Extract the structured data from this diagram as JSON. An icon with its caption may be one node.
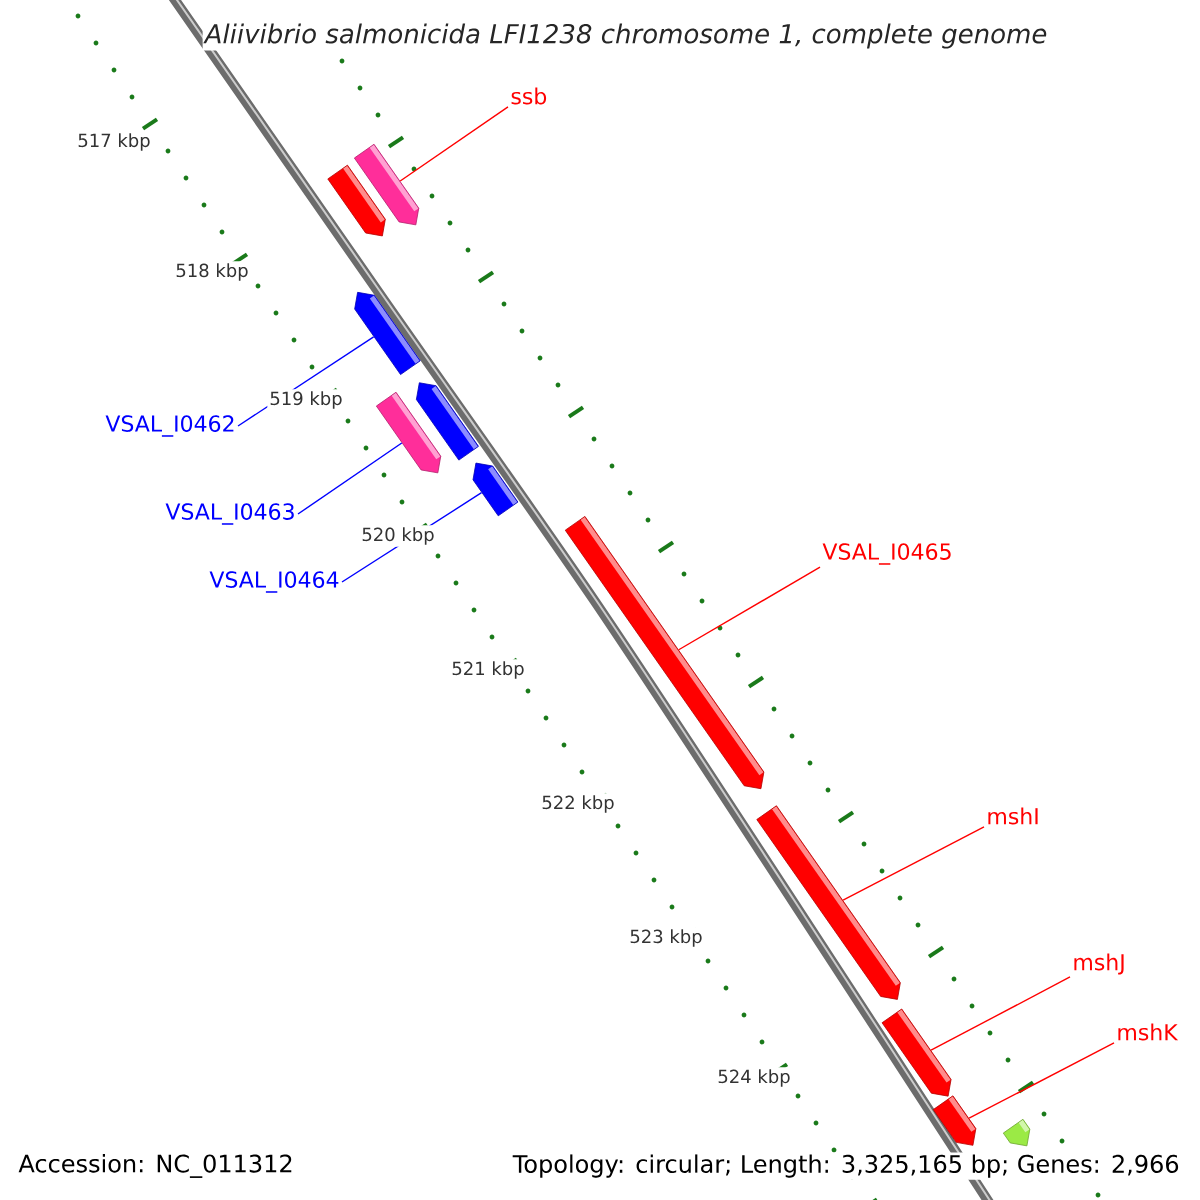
{
  "diagram": {
    "title": "Aliivibrio salmonicida LFI1238 chromosome 1, complete genome",
    "nodes": [
      {
        "text": [
          "ssb"
        ]
      },
      {
        "text": [],
        "shape": "bar"
      },
      {
        "text": [],
        "shape": "bar"
      },
      {
        "text": [],
        "shape": "bar"
      },
      {
        "text": [
          "VSAL_I0462"
        ]
      },
      {
        "text": [],
        "shape": "bar"
      },
      {
        "text": [],
        "shape": "bar"
      },
      {
        "text": [
          "VSAL_I0463"
        ]
      },
      {
        "text": [],
        "shape": "bar"
      },
      {
        "text": [
          "VSAL_I0464"
        ]
      },
      {
        "text": [],
        "shape": "bar"
      },
      {
        "text": [
          "VSAL_I0465"
        ]
      },
      {
        "text": [],
        "shape": "bar"
      },
      {
        "text": [
          "mshI"
        ]
      },
      {
        "text": [],
        "shape": "bar"
      },
      {
        "text": [
          "mshJ"
        ]
      },
      {
        "text": [],
        "shape": "bar"
      },
      {
        "text": [
          "mshK"
        ]
      },
      {
        "text": [],
        "shape": "bar"
      }
    ],
    "edges": [
      {
        "from": 0,
        "to": 1,
        "arrow": "none"
      },
      {
        "from": 4,
        "to": 3,
        "arrow": "none",
        "color": "#0000ff"
      },
      {
        "from": 7,
        "to": 6,
        "arrow": "none",
        "color": "#0000ff"
      },
      {
        "from": 9,
        "to": 8,
        "arrow": "none",
        "color": "#0000ff"
      },
      {
        "from": 11,
        "to": 10,
        "arrow": "none"
      },
      {
        "from": 13,
        "to": 12,
        "arrow": "none"
      },
      {
        "from": 15,
        "to": 14,
        "arrow": "none"
      },
      {
        "from": 17,
        "to": 16,
        "arrow": "none"
      }
    ],
    "labels": [
      "517 kbp",
      "518 kbp",
      "519 kbp",
      "520 kbp",
      "521 kbp",
      "522 kbp",
      "523 kbp",
      "524 kbp",
      "Accession: NC_011312",
      "Topology: circular; Length: 3,325,165 bp; Genes: 2,966"
    ]
  }
}
